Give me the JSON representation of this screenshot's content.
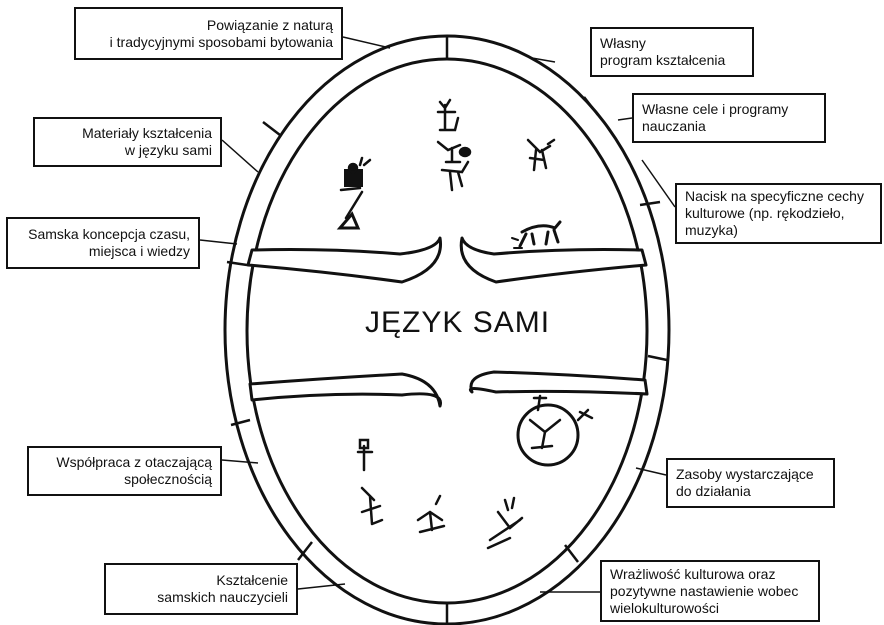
{
  "center_label": "JĘZYK  SAMI",
  "labels": {
    "nature": [
      "Powiązanie z naturą",
      "i tradycyjnymi sposobami bytowania"
    ],
    "own_program": [
      "Własny",
      "program kształcenia"
    ],
    "own_goals": [
      "Własne cele i programy",
      "nauczania"
    ],
    "materials": [
      "Materiały kształcenia",
      "w języku sami"
    ],
    "cultural_features": [
      "Nacisk na specyficzne cechy",
      "kulturowe (np. rękodzieło,",
      "muzyka)"
    ],
    "time_concept": [
      "Samska koncepcja czasu,",
      "miejsca i wiedzy"
    ],
    "cooperation": [
      "Współpraca z otaczającą",
      "społecznością"
    ],
    "resources": [
      "Zasoby wystarczające",
      "do działania"
    ],
    "teacher_training": [
      "Kształcenie",
      "samskich nauczycieli"
    ],
    "sensitivity": [
      "Wrażliwość kulturowa oraz",
      "pozytywne nastawienie wobec",
      "wielokulturowości"
    ]
  }
}
